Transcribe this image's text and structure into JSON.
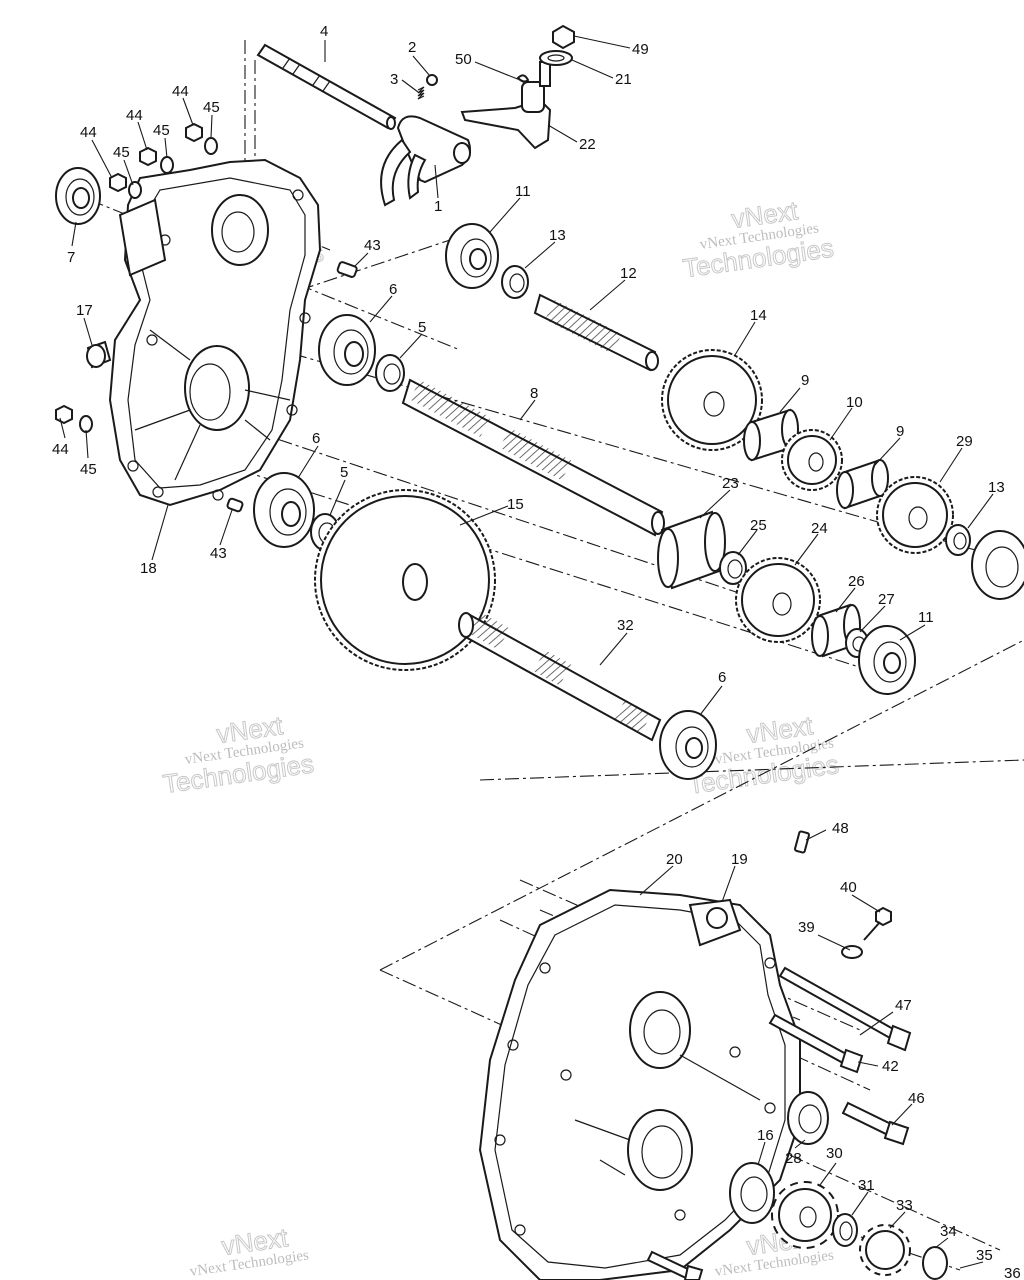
{
  "callouts": [
    {
      "id": "c4",
      "text": "4"
    },
    {
      "id": "c2",
      "text": "2"
    },
    {
      "id": "c3",
      "text": "3"
    },
    {
      "id": "c50",
      "text": "50"
    },
    {
      "id": "c49",
      "text": "49"
    },
    {
      "id": "c21",
      "text": "21"
    },
    {
      "id": "c22",
      "text": "22"
    },
    {
      "id": "c1",
      "text": "1"
    },
    {
      "id": "c44a",
      "text": "44"
    },
    {
      "id": "c45a",
      "text": "45"
    },
    {
      "id": "c44b",
      "text": "44"
    },
    {
      "id": "c45b",
      "text": "45"
    },
    {
      "id": "c44c",
      "text": "44"
    },
    {
      "id": "c45c",
      "text": "45"
    },
    {
      "id": "c7",
      "text": "7"
    },
    {
      "id": "c43a",
      "text": "43"
    },
    {
      "id": "c11a",
      "text": "11"
    },
    {
      "id": "c13a",
      "text": "13"
    },
    {
      "id": "c12",
      "text": "12"
    },
    {
      "id": "c6a",
      "text": "6"
    },
    {
      "id": "c5a",
      "text": "5"
    },
    {
      "id": "c17",
      "text": "17"
    },
    {
      "id": "c14",
      "text": "14"
    },
    {
      "id": "c8",
      "text": "8"
    },
    {
      "id": "c9a",
      "text": "9"
    },
    {
      "id": "c10",
      "text": "10"
    },
    {
      "id": "c9b",
      "text": "9"
    },
    {
      "id": "c29",
      "text": "29"
    },
    {
      "id": "c13b",
      "text": "13"
    },
    {
      "id": "c44d",
      "text": "44"
    },
    {
      "id": "c45d",
      "text": "45"
    },
    {
      "id": "c6b",
      "text": "6"
    },
    {
      "id": "c5b",
      "text": "5"
    },
    {
      "id": "c15",
      "text": "15"
    },
    {
      "id": "c23",
      "text": "23"
    },
    {
      "id": "c25",
      "text": "25"
    },
    {
      "id": "c24",
      "text": "24"
    },
    {
      "id": "c18",
      "text": "18"
    },
    {
      "id": "c43b",
      "text": "43"
    },
    {
      "id": "c26",
      "text": "26"
    },
    {
      "id": "c27",
      "text": "27"
    },
    {
      "id": "c11b",
      "text": "11"
    },
    {
      "id": "c32",
      "text": "32"
    },
    {
      "id": "c6c",
      "text": "6"
    },
    {
      "id": "c48",
      "text": "48"
    },
    {
      "id": "c20",
      "text": "20"
    },
    {
      "id": "c19",
      "text": "19"
    },
    {
      "id": "c40",
      "text": "40"
    },
    {
      "id": "c39",
      "text": "39"
    },
    {
      "id": "c47",
      "text": "47"
    },
    {
      "id": "c42",
      "text": "42"
    },
    {
      "id": "c46",
      "text": "46"
    },
    {
      "id": "c16",
      "text": "16"
    },
    {
      "id": "c28",
      "text": "28"
    },
    {
      "id": "c30",
      "text": "30"
    },
    {
      "id": "c31",
      "text": "31"
    },
    {
      "id": "c33",
      "text": "33"
    },
    {
      "id": "c34",
      "text": "34"
    },
    {
      "id": "c35",
      "text": "35"
    },
    {
      "id": "c36",
      "text": "36"
    }
  ],
  "watermark": {
    "line1": "vNext",
    "line2": "vNext Technologies",
    "line3": "Technologies"
  }
}
